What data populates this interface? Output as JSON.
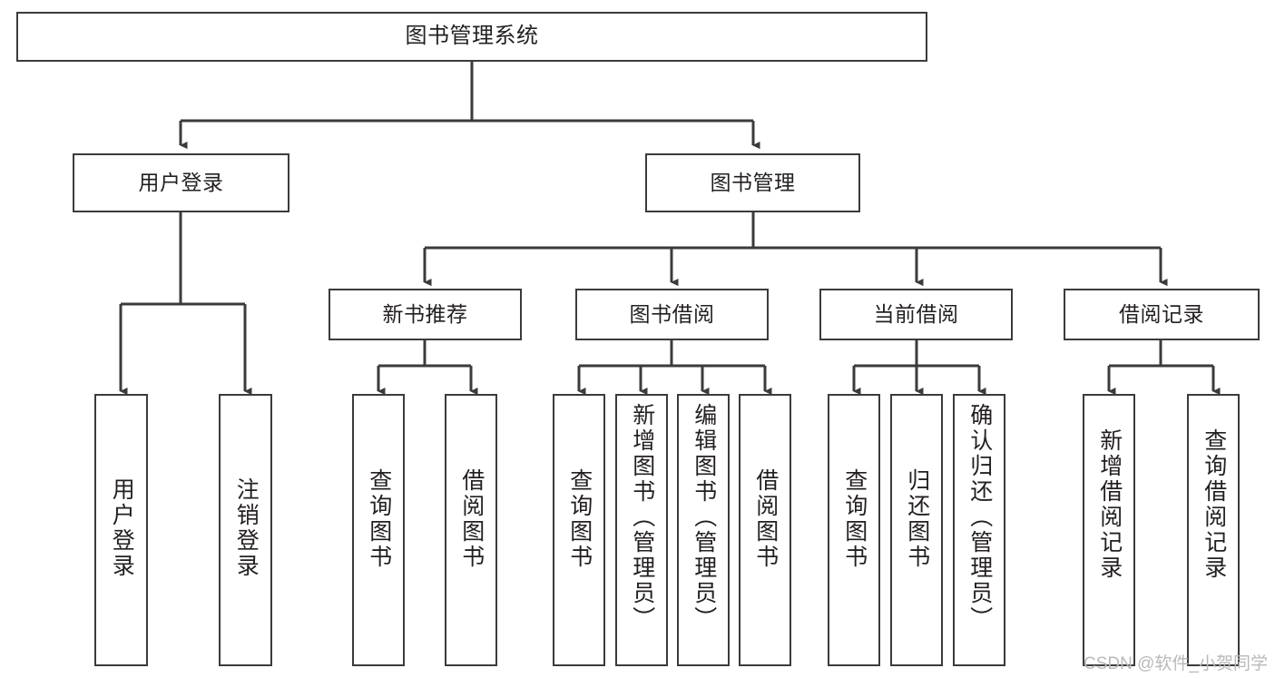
{
  "diagram": {
    "type": "tree-hierarchy-chart",
    "title": "图书管理系统",
    "line_color": "#3b3b3d",
    "text_color": "#231f20",
    "background_color": "#ffffff",
    "levels": {
      "level1": [
        {
          "id": "root",
          "label": "图书管理系统"
        }
      ],
      "level2": [
        {
          "id": "user-login",
          "label": "用户登录"
        },
        {
          "id": "book-manage",
          "label": "图书管理"
        }
      ],
      "level3": [
        {
          "id": "new-book-rec",
          "label": "新书推荐"
        },
        {
          "id": "book-borrow",
          "label": "图书借阅"
        },
        {
          "id": "current-borrow",
          "label": "当前借阅"
        },
        {
          "id": "borrow-record",
          "label": "借阅记录"
        }
      ],
      "level4": [
        {
          "id": "leaf-user-login",
          "label": "用户登录",
          "parent": "user-login"
        },
        {
          "id": "leaf-user-logout",
          "label": "注销登录",
          "parent": "user-login"
        },
        {
          "id": "leaf-query-book-1",
          "label": "查询图书",
          "parent": "new-book-rec"
        },
        {
          "id": "leaf-borrow-book-1",
          "label": "借阅图书",
          "parent": "new-book-rec"
        },
        {
          "id": "leaf-query-book-2",
          "label": "查询图书",
          "parent": "book-borrow"
        },
        {
          "id": "leaf-add-book",
          "label": "新增图书（管理员）",
          "parent": "book-borrow"
        },
        {
          "id": "leaf-edit-book",
          "label": "编辑图书（管理员）",
          "parent": "book-borrow"
        },
        {
          "id": "leaf-borrow-book-2",
          "label": "借阅图书",
          "parent": "book-borrow"
        },
        {
          "id": "leaf-query-book-3",
          "label": "查询图书",
          "parent": "current-borrow"
        },
        {
          "id": "leaf-return-book",
          "label": "归还图书",
          "parent": "current-borrow"
        },
        {
          "id": "leaf-confirm-return",
          "label": "确认归还（管理员）",
          "parent": "current-borrow"
        },
        {
          "id": "leaf-add-record",
          "label": "新增借阅记录",
          "parent": "borrow-record"
        },
        {
          "id": "leaf-query-record",
          "label": "查询借阅记录",
          "parent": "borrow-record"
        }
      ]
    }
  },
  "watermark": {
    "text": "CSDN @软件_小贺同学"
  }
}
